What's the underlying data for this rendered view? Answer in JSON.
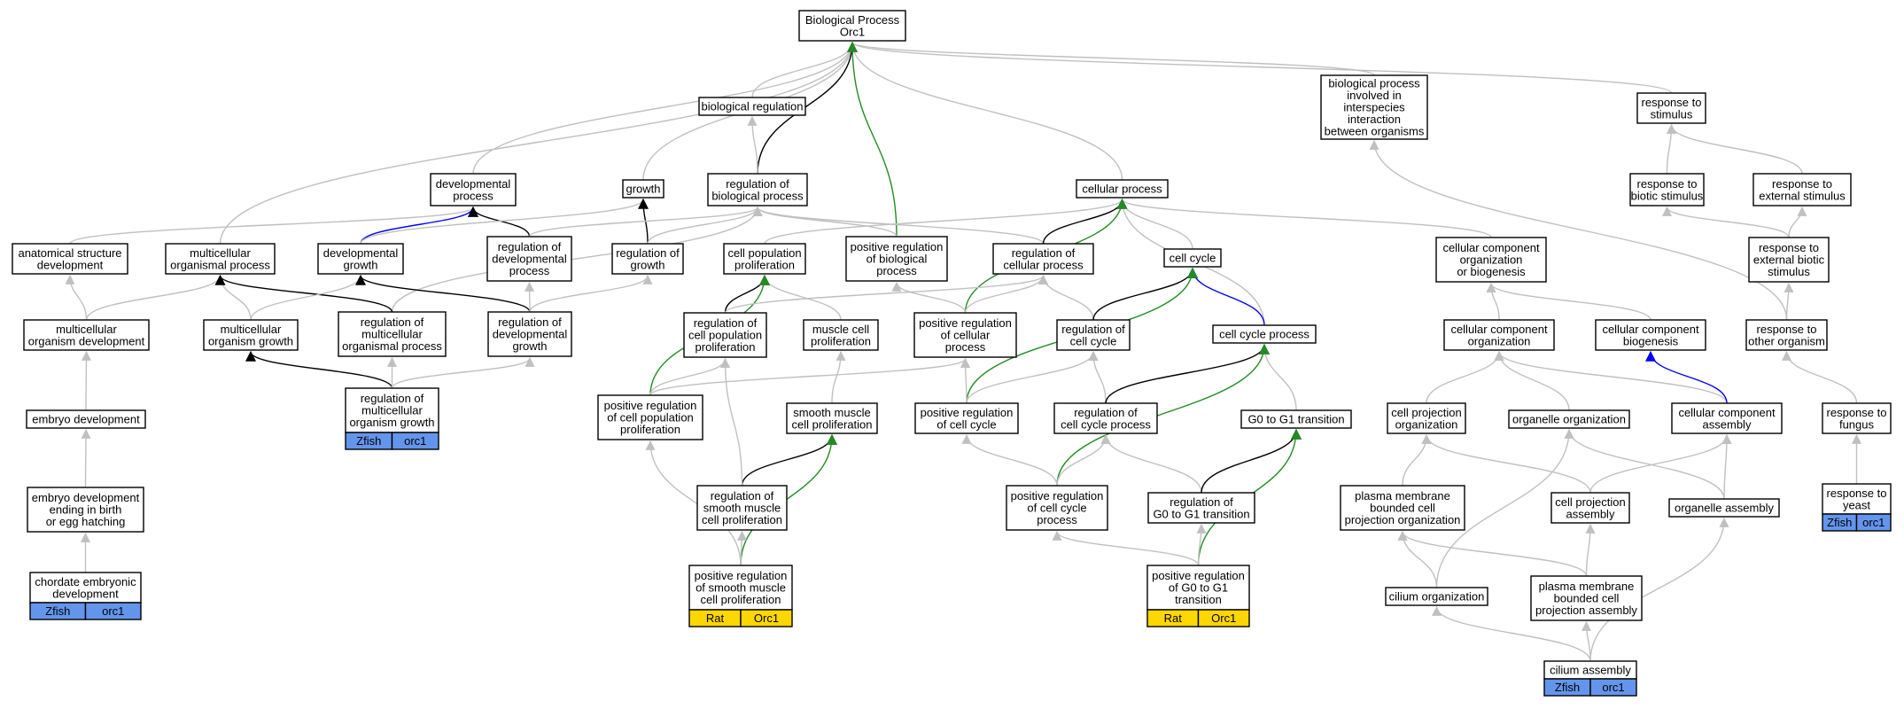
{
  "colors": {
    "gray": "#c0c0c0",
    "black": "#000000",
    "green": "#228b22",
    "blue": "#0000ff",
    "zfish": "#6495ed",
    "rat": "#ffd700"
  },
  "nodes": {
    "bp": [
      "Biological Process",
      "Orc1"
    ],
    "biological-regulation": [
      "biological regulation"
    ],
    "biological-process-interspecies": [
      "biological process",
      "involved in",
      "interspecies",
      "interaction",
      "between organisms"
    ],
    "response-to-stimulus": [
      "response to",
      "stimulus"
    ],
    "developmental-process": [
      "developmental",
      "process"
    ],
    "growth": [
      "growth"
    ],
    "regulation-of-biological-process": [
      "regulation of",
      "biological process"
    ],
    "cellular-process": [
      "cellular process"
    ],
    "response-to-biotic-stimulus": [
      "response to",
      "biotic stimulus"
    ],
    "response-to-external-stimulus": [
      "response to",
      "external stimulus"
    ],
    "anatomical-structure-development": [
      "anatomical structure",
      "development"
    ],
    "multicellular-organismal-process": [
      "multicellular",
      "organismal process"
    ],
    "developmental-growth": [
      "developmental",
      "growth"
    ],
    "regulation-of-developmental-process": [
      "regulation of",
      "developmental",
      "process"
    ],
    "regulation-of-growth": [
      "regulation of",
      "growth"
    ],
    "cell-population-proliferation": [
      "cell population",
      "proliferation"
    ],
    "positive-regulation-of-biological-process": [
      "positive regulation",
      "of biological",
      "process"
    ],
    "regulation-of-cellular-process": [
      "regulation of",
      "cellular process"
    ],
    "cell-cycle": [
      "cell cycle"
    ],
    "cellular-component-organization-or-biogenesis": [
      "cellular component",
      "organization",
      "or biogenesis"
    ],
    "response-to-external-biotic-stimulus": [
      "response to",
      "external biotic",
      "stimulus"
    ],
    "multicellular-organism-development": [
      "multicellular",
      "organism development"
    ],
    "multicellular-organism-growth": [
      "multicellular",
      "organism growth"
    ],
    "regulation-of-multicellular-organismal-process": [
      "regulation of",
      "multicellular",
      "organismal process"
    ],
    "regulation-of-developmental-growth": [
      "regulation of",
      "developmental",
      "growth"
    ],
    "regulation-of-cell-population-proliferation": [
      "regulation of",
      "cell population",
      "proliferation"
    ],
    "muscle-cell-proliferation": [
      "muscle cell",
      "proliferation"
    ],
    "positive-regulation-of-cellular-process": [
      "positive regulation",
      "of cellular",
      "process"
    ],
    "regulation-of-cell-cycle": [
      "regulation of",
      "cell cycle"
    ],
    "cell-cycle-process": [
      "cell cycle process"
    ],
    "cellular-component-organization": [
      "cellular component",
      "organization"
    ],
    "cellular-component-biogenesis": [
      "cellular component",
      "biogenesis"
    ],
    "response-to-other-organism": [
      "response to",
      "other organism"
    ],
    "embryo-development": [
      "embryo development"
    ],
    "regulation-of-multicellular-organism-growth": [
      "regulation of",
      "multicellular",
      "organism growth"
    ],
    "positive-regulation-of-cell-population-proliferation": [
      "positive regulation",
      "of cell population",
      "proliferation"
    ],
    "smooth-muscle-cell-proliferation": [
      "smooth muscle",
      "cell proliferation"
    ],
    "positive-regulation-of-cell-cycle": [
      "positive regulation",
      "of cell cycle"
    ],
    "regulation-of-cell-cycle-process": [
      "regulation of",
      "cell cycle process"
    ],
    "g0-to-g1-transition": [
      "G0 to G1 transition"
    ],
    "cell-projection-organization": [
      "cell projection",
      "organization"
    ],
    "organelle-organization": [
      "organelle organization"
    ],
    "cellular-component-assembly": [
      "cellular component",
      "assembly"
    ],
    "response-to-fungus": [
      "response to",
      "fungus"
    ],
    "embryo-development-ending-in-birth": [
      "embryo development",
      "ending in birth",
      "or egg hatching"
    ],
    "regulation-of-smooth-muscle-cell-proliferation": [
      "regulation of",
      "smooth muscle",
      "cell proliferation"
    ],
    "positive-regulation-of-cell-cycle-process": [
      "positive regulation",
      "of cell cycle",
      "process"
    ],
    "regulation-of-g0-to-g1-transition": [
      "regulation of",
      "G0 to G1 transition"
    ],
    "plasma-membrane-bounded-cell-projection-organization": [
      "plasma membrane",
      "bounded cell",
      "projection organization"
    ],
    "cell-projection-assembly": [
      "cell projection",
      "assembly"
    ],
    "organelle-assembly": [
      "organelle assembly"
    ],
    "response-to-yeast": [
      "response to",
      "yeast"
    ],
    "chordate-embryonic-development": [
      "chordate embryonic",
      "development"
    ],
    "positive-regulation-of-smooth-muscle-cell-proliferation": [
      "positive regulation",
      "of smooth muscle",
      "cell proliferation"
    ],
    "positive-regulation-of-g0-to-g1-transition": [
      "positive regulation",
      "of G0 to G1",
      "transition"
    ],
    "cilium-organization": [
      "cilium organization"
    ],
    "plasma-membrane-bounded-cell-projection-assembly": [
      "plasma membrane",
      "bounded cell",
      "projection assembly"
    ],
    "cilium-assembly": [
      "cilium assembly"
    ]
  },
  "annotations": {
    "regulation-of-multicellular-organism-growth": {
      "species": "Zfish",
      "gene": "orc1",
      "color": "zfish"
    },
    "chordate-embryonic-development": {
      "species": "Zfish",
      "gene": "orc1",
      "color": "zfish"
    },
    "positive-regulation-of-smooth-muscle-cell-proliferation": {
      "species": "Rat",
      "gene": "Orc1",
      "color": "rat"
    },
    "positive-regulation-of-g0-to-g1-transition": {
      "species": "Rat",
      "gene": "Orc1",
      "color": "rat"
    },
    "cilium-assembly": {
      "species": "Zfish",
      "gene": "orc1",
      "color": "zfish"
    },
    "response-to-yeast": {
      "species": "Zfish",
      "gene": "orc1",
      "color": "zfish"
    }
  },
  "edges": [
    [
      "biological-regulation",
      "bp",
      "gray"
    ],
    [
      "biological-process-interspecies",
      "bp",
      "gray"
    ],
    [
      "response-to-stimulus",
      "bp",
      "gray"
    ],
    [
      "developmental-process",
      "bp",
      "gray"
    ],
    [
      "growth",
      "bp",
      "gray"
    ],
    [
      "regulation-of-biological-process",
      "bp",
      "black"
    ],
    [
      "cellular-process",
      "bp",
      "gray"
    ],
    [
      "multicellular-organismal-process",
      "bp",
      "gray"
    ],
    [
      "positive-regulation-of-biological-process",
      "bp",
      "green"
    ],
    [
      "regulation-of-biological-process",
      "biological-regulation",
      "gray"
    ],
    [
      "anatomical-structure-development",
      "developmental-process",
      "gray"
    ],
    [
      "developmental-growth",
      "developmental-process",
      "blue"
    ],
    [
      "regulation-of-developmental-process",
      "developmental-process",
      "black"
    ],
    [
      "developmental-growth",
      "growth",
      "gray"
    ],
    [
      "regulation-of-growth",
      "growth",
      "black"
    ],
    [
      "regulation-of-developmental-process",
      "regulation-of-biological-process",
      "gray"
    ],
    [
      "regulation-of-growth",
      "regulation-of-biological-process",
      "gray"
    ],
    [
      "positive-regulation-of-biological-process",
      "regulation-of-biological-process",
      "gray"
    ],
    [
      "regulation-of-cellular-process",
      "regulation-of-biological-process",
      "gray"
    ],
    [
      "regulation-of-multicellular-organismal-process",
      "regulation-of-biological-process",
      "gray"
    ],
    [
      "cell-population-proliferation",
      "cellular-process",
      "gray"
    ],
    [
      "regulation-of-cellular-process",
      "cellular-process",
      "black"
    ],
    [
      "cell-cycle",
      "cellular-process",
      "gray"
    ],
    [
      "cellular-component-organization-or-biogenesis",
      "cellular-process",
      "gray"
    ],
    [
      "cell-cycle-process",
      "cellular-process",
      "gray"
    ],
    [
      "positive-regulation-of-cellular-process",
      "cellular-process",
      "green"
    ],
    [
      "response-to-biotic-stimulus",
      "response-to-stimulus",
      "gray"
    ],
    [
      "response-to-external-stimulus",
      "response-to-stimulus",
      "gray"
    ],
    [
      "response-to-external-biotic-stimulus",
      "response-to-biotic-stimulus",
      "gray"
    ],
    [
      "response-to-external-biotic-stimulus",
      "response-to-external-stimulus",
      "gray"
    ],
    [
      "response-to-other-organism",
      "response-to-external-biotic-stimulus",
      "gray"
    ],
    [
      "response-to-other-organism",
      "biological-process-interspecies",
      "gray"
    ],
    [
      "multicellular-organism-development",
      "anatomical-structure-development",
      "gray"
    ],
    [
      "multicellular-organism-development",
      "multicellular-organismal-process",
      "gray"
    ],
    [
      "multicellular-organism-growth",
      "multicellular-organismal-process",
      "gray"
    ],
    [
      "regulation-of-multicellular-organismal-process",
      "multicellular-organismal-process",
      "black"
    ],
    [
      "multicellular-organism-growth",
      "developmental-growth",
      "gray"
    ],
    [
      "regulation-of-developmental-growth",
      "developmental-growth",
      "black"
    ],
    [
      "regulation-of-developmental-growth",
      "regulation-of-developmental-process",
      "gray"
    ],
    [
      "regulation-of-developmental-growth",
      "regulation-of-growth",
      "gray"
    ],
    [
      "regulation-of-cell-population-proliferation",
      "cell-population-proliferation",
      "black"
    ],
    [
      "muscle-cell-proliferation",
      "cell-population-proliferation",
      "gray"
    ],
    [
      "positive-regulation-of-cell-population-proliferation",
      "cell-population-proliferation",
      "green"
    ],
    [
      "positive-regulation-of-cellular-process",
      "positive-regulation-of-biological-process",
      "gray"
    ],
    [
      "regulation-of-cell-population-proliferation",
      "regulation-of-cellular-process",
      "gray"
    ],
    [
      "positive-regulation-of-cellular-process",
      "regulation-of-cellular-process",
      "gray"
    ],
    [
      "regulation-of-cell-cycle",
      "regulation-of-cellular-process",
      "gray"
    ],
    [
      "regulation-of-cell-cycle",
      "cell-cycle",
      "black"
    ],
    [
      "cell-cycle-process",
      "cell-cycle",
      "blue"
    ],
    [
      "positive-regulation-of-cell-cycle",
      "cell-cycle",
      "green"
    ],
    [
      "cellular-component-organization",
      "cellular-component-organization-or-biogenesis",
      "gray"
    ],
    [
      "cellular-component-biogenesis",
      "cellular-component-organization-or-biogenesis",
      "gray"
    ],
    [
      "response-to-fungus",
      "response-to-other-organism",
      "gray"
    ],
    [
      "embryo-development",
      "multicellular-organism-development",
      "gray"
    ],
    [
      "regulation-of-multicellular-organism-growth",
      "multicellular-organism-growth",
      "black"
    ],
    [
      "regulation-of-multicellular-organism-growth",
      "regulation-of-multicellular-organismal-process",
      "gray"
    ],
    [
      "regulation-of-multicellular-organism-growth",
      "regulation-of-developmental-growth",
      "gray"
    ],
    [
      "positive-regulation-of-cell-population-proliferation",
      "regulation-of-cell-population-proliferation",
      "gray"
    ],
    [
      "positive-regulation-of-cell-population-proliferation",
      "positive-regulation-of-cellular-process",
      "gray"
    ],
    [
      "smooth-muscle-cell-proliferation",
      "muscle-cell-proliferation",
      "gray"
    ],
    [
      "positive-regulation-of-cell-cycle",
      "positive-regulation-of-cellular-process",
      "gray"
    ],
    [
      "positive-regulation-of-cell-cycle",
      "regulation-of-cell-cycle",
      "gray"
    ],
    [
      "regulation-of-cell-cycle-process",
      "regulation-of-cell-cycle",
      "gray"
    ],
    [
      "regulation-of-cell-cycle-process",
      "cell-cycle-process",
      "black"
    ],
    [
      "g0-to-g1-transition",
      "cell-cycle-process",
      "gray"
    ],
    [
      "positive-regulation-of-cell-cycle-process",
      "cell-cycle-process",
      "green"
    ],
    [
      "cell-projection-organization",
      "cellular-component-organization",
      "gray"
    ],
    [
      "organelle-organization",
      "cellular-component-organization",
      "gray"
    ],
    [
      "cellular-component-assembly",
      "cellular-component-organization",
      "gray"
    ],
    [
      "cellular-component-assembly",
      "cellular-component-biogenesis",
      "blue"
    ],
    [
      "embryo-development-ending-in-birth",
      "embryo-development",
      "gray"
    ],
    [
      "regulation-of-smooth-muscle-cell-proliferation",
      "smooth-muscle-cell-proliferation",
      "black"
    ],
    [
      "regulation-of-smooth-muscle-cell-proliferation",
      "regulation-of-cell-population-proliferation",
      "gray"
    ],
    [
      "positive-regulation-of-smooth-muscle-cell-proliferation",
      "smooth-muscle-cell-proliferation",
      "green"
    ],
    [
      "positive-regulation-of-smooth-muscle-cell-proliferation",
      "positive-regulation-of-cell-population-proliferation",
      "gray"
    ],
    [
      "positive-regulation-of-smooth-muscle-cell-proliferation",
      "regulation-of-smooth-muscle-cell-proliferation",
      "gray"
    ],
    [
      "positive-regulation-of-cell-cycle-process",
      "positive-regulation-of-cell-cycle",
      "gray"
    ],
    [
      "positive-regulation-of-cell-cycle-process",
      "regulation-of-cell-cycle-process",
      "gray"
    ],
    [
      "regulation-of-g0-to-g1-transition",
      "regulation-of-cell-cycle-process",
      "gray"
    ],
    [
      "regulation-of-g0-to-g1-transition",
      "g0-to-g1-transition",
      "black"
    ],
    [
      "positive-regulation-of-g0-to-g1-transition",
      "g0-to-g1-transition",
      "green"
    ],
    [
      "positive-regulation-of-g0-to-g1-transition",
      "positive-regulation-of-cell-cycle-process",
      "gray"
    ],
    [
      "positive-regulation-of-g0-to-g1-transition",
      "regulation-of-g0-to-g1-transition",
      "gray"
    ],
    [
      "plasma-membrane-bounded-cell-projection-organization",
      "cell-projection-organization",
      "gray"
    ],
    [
      "cell-projection-assembly",
      "cell-projection-organization",
      "gray"
    ],
    [
      "cell-projection-assembly",
      "cellular-component-assembly",
      "gray"
    ],
    [
      "organelle-assembly",
      "organelle-organization",
      "gray"
    ],
    [
      "organelle-assembly",
      "cellular-component-assembly",
      "gray"
    ],
    [
      "response-to-yeast",
      "response-to-fungus",
      "gray"
    ],
    [
      "chordate-embryonic-development",
      "embryo-development-ending-in-birth",
      "gray"
    ],
    [
      "cilium-organization",
      "plasma-membrane-bounded-cell-projection-organization",
      "gray"
    ],
    [
      "cilium-organization",
      "organelle-organization",
      "gray"
    ],
    [
      "plasma-membrane-bounded-cell-projection-assembly",
      "plasma-membrane-bounded-cell-projection-organization",
      "gray"
    ],
    [
      "plasma-membrane-bounded-cell-projection-assembly",
      "cell-projection-assembly",
      "gray"
    ],
    [
      "cilium-assembly",
      "cilium-organization",
      "gray"
    ],
    [
      "cilium-assembly",
      "plasma-membrane-bounded-cell-projection-assembly",
      "gray"
    ],
    [
      "cilium-assembly",
      "organelle-assembly",
      "gray"
    ]
  ]
}
